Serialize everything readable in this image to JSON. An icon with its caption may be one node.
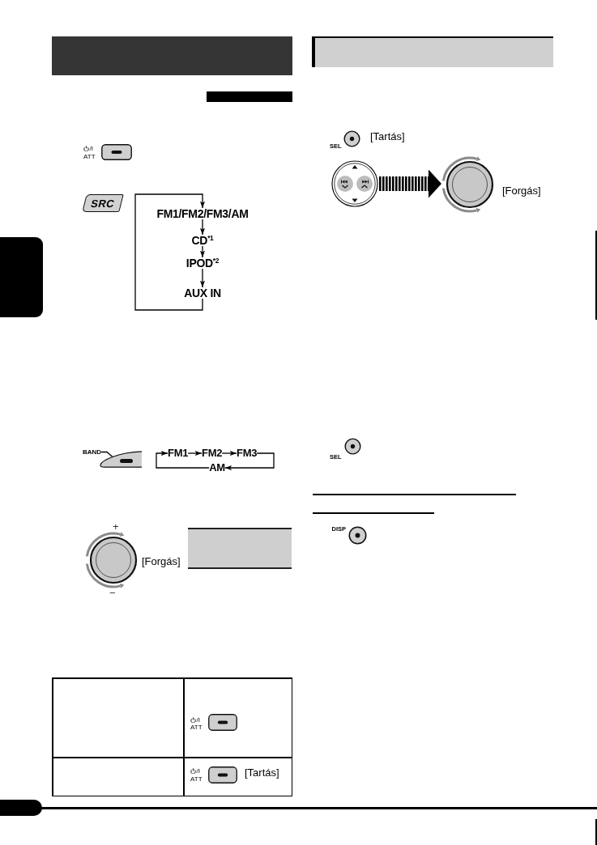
{
  "diagram": {
    "nodes": [
      {
        "text": [
          "FM1/FM2/FM3/AM"
        ]
      },
      {
        "text": [
          "CD$^{*1}$"
        ]
      },
      {
        "text": [
          "IPOD$^{*2}$"
        ]
      },
      {
        "text": [
          "AUX IN"
        ]
      },
      {
        "text": [
          "BAND"
        ]
      },
      {
        "text": [],
        "shape": "picture"
      },
      {
        "text": [
          "FM1"
        ]
      },
      {
        "text": [
          "FM2"
        ]
      },
      {
        "text": [
          "FM3"
        ]
      },
      {
        "text": [
          "AM"
        ]
      },
      {
        "text": [],
        "shape": "picture"
      },
      {
        "text": [],
        "shape": "picture",
        "beside": [
          "[Forgás]"
        ]
      },
      {
        "text": [],
        "shape": "box"
      }
    ],
    "edges": [
      {
        "from": 0,
        "to": 1,
        "arrow": "to"
      },
      {
        "from": 1,
        "to": 2,
        "arrow": "to"
      },
      {
        "from": 2,
        "to": 3,
        "arrow": "to"
      },
      {
        "from": 3,
        "to": 0,
        "arrow": "to"
      },
      {
        "from": 4,
        "to": 5,
        "arrow": "none"
      },
      {
        "from": 6,
        "to": 7,
        "arrow": "to"
      },
      {
        "from": 7,
        "to": 8,
        "arrow": "to"
      },
      {
        "from": 8,
        "to": 9,
        "arrow": "to"
      },
      {
        "from": 9,
        "to": 6,
        "arrow": "to"
      },
      {
        "from": 10,
        "to": 11,
        "arrow": "to",
        "style": "thick"
      }
    ],
    "labels": [
      "/I",
      "ATT",
      "SRC",
      "+",
      "[Forgás]",
      "−",
      "/I",
      "ATT",
      "/I",
      "ATT",
      "[Tartás]",
      "SEL",
      "[Tartás]",
      "SEL",
      "DISP"
    ]
  }
}
